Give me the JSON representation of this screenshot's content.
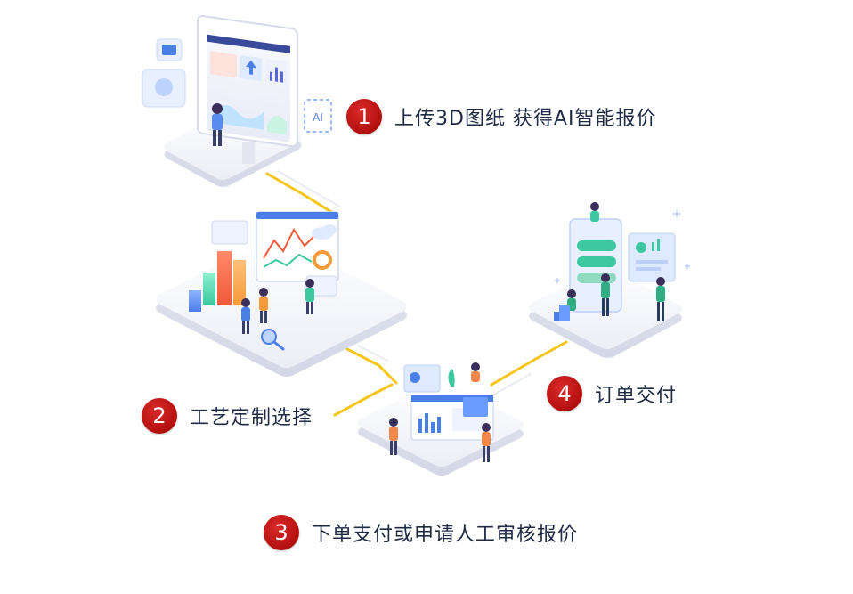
{
  "steps": [
    {
      "number": "1",
      "text": "上传3D图纸 获得AI智能报价"
    },
    {
      "number": "2",
      "text": "工艺定制选择"
    },
    {
      "number": "3",
      "text": "下单支付或申请人工审核报价"
    },
    {
      "number": "4",
      "text": "订单交付"
    }
  ],
  "illustration": {
    "ai_tag": "AI"
  },
  "colors": {
    "badge": "#c21414",
    "text": "#1f2a44",
    "connector": "#f5c518",
    "platform": "#f2f3f8",
    "accent_blue": "#4a7fe8",
    "accent_green": "#3cc9a0",
    "accent_orange": "#f5874a"
  }
}
